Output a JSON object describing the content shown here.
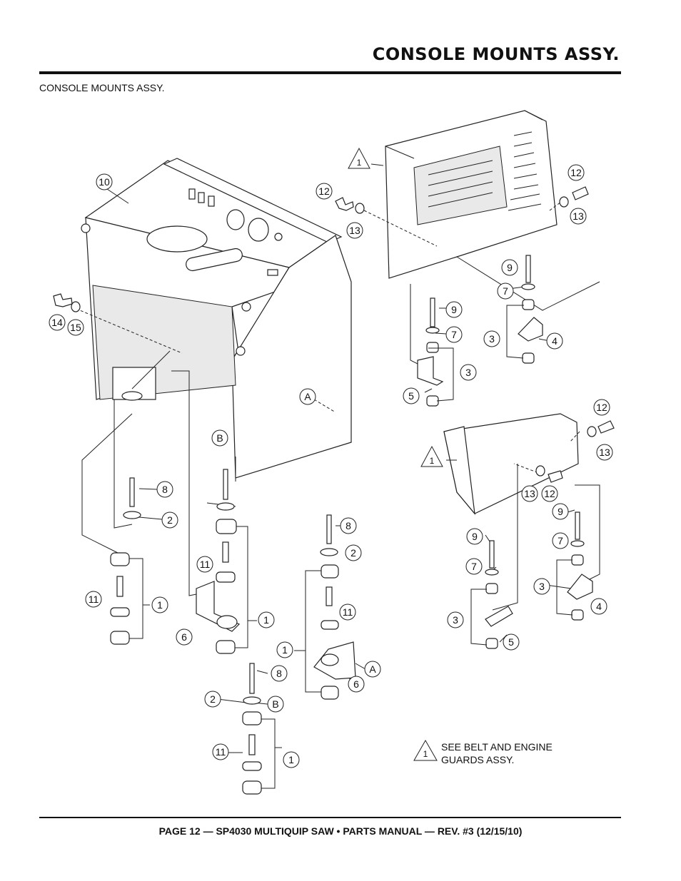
{
  "header": {
    "title": "CONSOLE MOUNTS ASSY.",
    "subtitle": "CONSOLE MOUNTS ASSY."
  },
  "diagram": {
    "note_marker": "1",
    "note_line1": "SEE BELT AND ENGINE",
    "note_line2": "GUARDS ASSY.",
    "callouts": {
      "c10": "10",
      "c12a": "12",
      "c13a": "13",
      "c12b": "12",
      "c13b": "13",
      "c14": "14",
      "c15": "15",
      "cA1": "A",
      "cB1": "B",
      "c9a": "9",
      "c7a": "7",
      "c3a": "3",
      "c5a": "5",
      "c9b": "9",
      "c7b": "7",
      "c3b": "3",
      "c4a": "4",
      "c12c": "12",
      "c13c": "13",
      "c13d": "13",
      "c12d": "12",
      "c9c": "9",
      "c7c": "7",
      "c3c": "3",
      "c4b": "4",
      "c9d": "9",
      "c7d": "7",
      "c3d": "3",
      "c5b": "5",
      "c8a": "8",
      "c2a": "2",
      "c11a": "11",
      "c1a": "1",
      "c11b": "11",
      "c1b": "1",
      "c6": "6",
      "c8b": "8",
      "c2b": "2",
      "c11c": "11",
      "c1c": "1",
      "cA2": "A",
      "c6b": "6",
      "c8c": "8",
      "c2c": "2",
      "cB2": "B",
      "c11d": "11",
      "c1d": "1"
    },
    "triangles": {
      "t1": "1",
      "t2": "1"
    }
  },
  "footer": {
    "text": "PAGE 12 — SP4030 MULTIQUIP SAW • PARTS MANUAL — REV. #3 (12/15/10)"
  }
}
